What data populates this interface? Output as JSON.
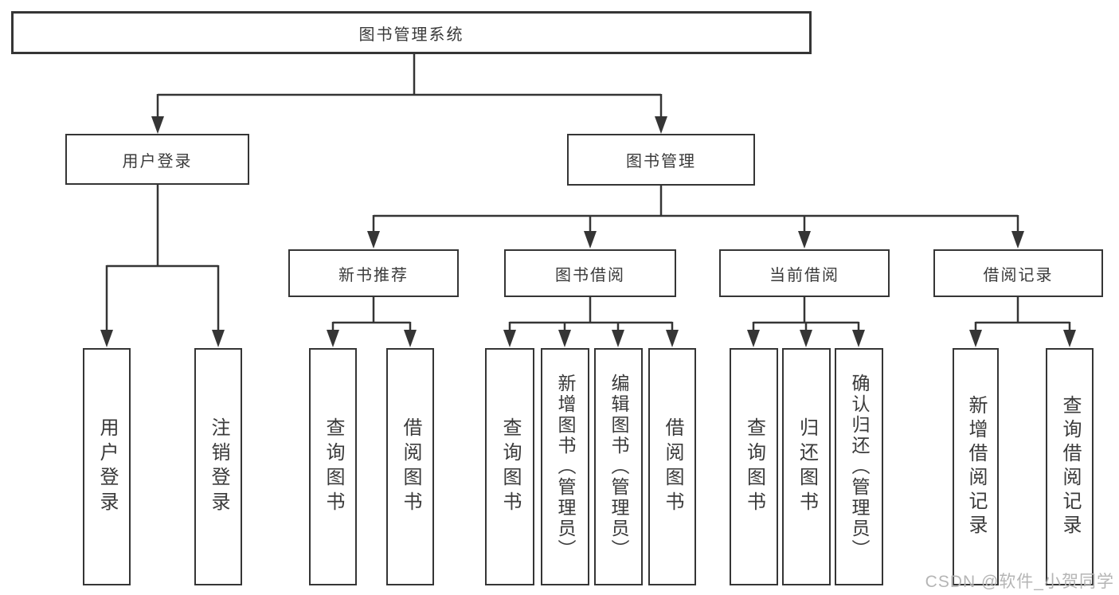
{
  "diagram": {
    "root": {
      "label": "图书管理系统"
    },
    "level2": [
      {
        "id": "user-login",
        "label": "用户登录"
      },
      {
        "id": "book-management",
        "label": "图书管理"
      }
    ],
    "level3": [
      {
        "id": "new-book-recommendation",
        "label": "新书推荐",
        "parent": "图书管理"
      },
      {
        "id": "book-borrowing",
        "label": "图书借阅",
        "parent": "图书管理"
      },
      {
        "id": "current-borrowing",
        "label": "当前借阅",
        "parent": "图书管理"
      },
      {
        "id": "borrowing-records",
        "label": "借阅记录",
        "parent": "图书管理"
      }
    ],
    "leaves": [
      {
        "label": "用户登录",
        "parent": "用户登录"
      },
      {
        "label": "注销登录",
        "parent": "用户登录"
      },
      {
        "label": "查询图书",
        "parent": "新书推荐"
      },
      {
        "label": "借阅图书",
        "parent": "新书推荐"
      },
      {
        "label": "查询图书",
        "parent": "图书借阅"
      },
      {
        "label": "新增图书（管理员）",
        "parent": "图书借阅"
      },
      {
        "label": "编辑图书（管理员）",
        "parent": "图书借阅"
      },
      {
        "label": "借阅图书",
        "parent": "图书借阅"
      },
      {
        "label": "查询图书",
        "parent": "当前借阅"
      },
      {
        "label": "归还图书",
        "parent": "当前借阅"
      },
      {
        "label": "确认归还（管理员）",
        "parent": "当前借阅"
      },
      {
        "label": "新增借阅记录",
        "parent": "借阅记录"
      },
      {
        "label": "查询借阅记录",
        "parent": "借阅记录"
      }
    ]
  },
  "watermark": {
    "text": "CSDN @软件_小贺同学"
  },
  "colors": {
    "line": "#353535",
    "text": "#3a3a3a",
    "background": "#ffffff",
    "watermark": "#b5b5b5"
  }
}
